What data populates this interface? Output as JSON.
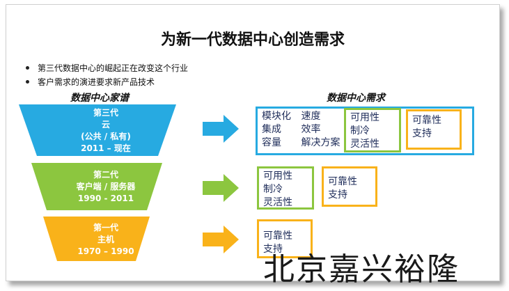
{
  "title": "为新一代数据中心创造需求",
  "bullets": [
    "第三代数据中心的崛起正在改变这个行业",
    "客户需求的演进要求新产品技术"
  ],
  "left_header": "数据中心家谱",
  "right_header": "数据中心需求",
  "tiers": [
    {
      "lines": [
        "第三代",
        "云",
        "(公共 / 私有)",
        "2011 – 现在"
      ],
      "color": "#27aae1"
    },
    {
      "lines": [
        "第二代",
        "客户端 / 服务器",
        "1990 - 2011"
      ],
      "color": "#8cc63f"
    },
    {
      "lines": [
        "第一代",
        "主机",
        "1970 – 1990"
      ],
      "color": "#f9b21a"
    }
  ],
  "needs": {
    "gen3": {
      "col1": [
        "模块化",
        "集成",
        "容量"
      ],
      "col2": [
        "速度",
        "效率",
        "解决方案"
      ],
      "green": [
        "可用性",
        "制冷",
        "灵活性"
      ],
      "yellow": [
        "可靠性",
        "支持"
      ]
    },
    "gen2": {
      "green": [
        "可用性",
        "制冷",
        "灵活性"
      ],
      "yellow": [
        "可靠性",
        "支持"
      ]
    },
    "gen1": {
      "yellow": [
        "可靠性",
        "支持"
      ]
    }
  },
  "colors": {
    "blue": "#27aae1",
    "green": "#8cc63f",
    "yellow": "#f9b21a",
    "text": "#1f2d5a"
  },
  "watermark": "北京嘉兴裕隆"
}
